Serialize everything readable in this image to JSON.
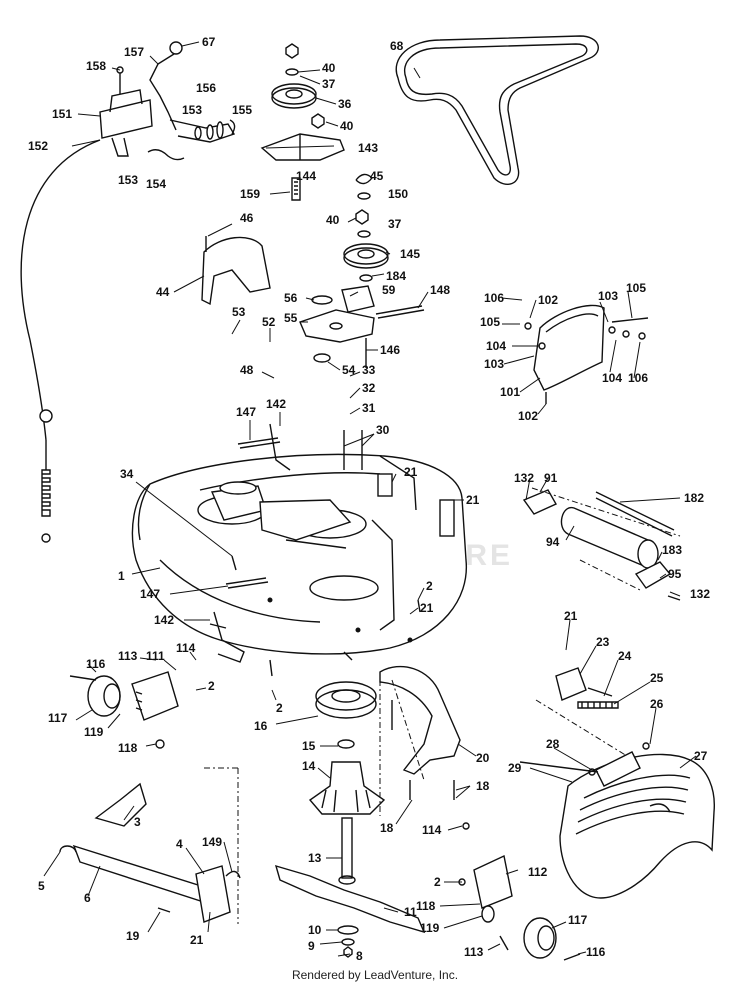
{
  "footer": {
    "credit": "Rendered by LeadVenture, Inc."
  },
  "watermark": {
    "text": "LEADVENTURE"
  },
  "callouts": [
    {
      "id": "c67",
      "text": "67"
    },
    {
      "id": "c157",
      "text": "157"
    },
    {
      "id": "c158",
      "text": "158"
    },
    {
      "id": "c151",
      "text": "151"
    },
    {
      "id": "c156",
      "text": "156"
    },
    {
      "id": "c153a",
      "text": "153"
    },
    {
      "id": "c155",
      "text": "155"
    },
    {
      "id": "c152",
      "text": "152"
    },
    {
      "id": "c153b",
      "text": "153"
    },
    {
      "id": "c154",
      "text": "154"
    },
    {
      "id": "c40a",
      "text": "40"
    },
    {
      "id": "c37a",
      "text": "37"
    },
    {
      "id": "c36",
      "text": "36"
    },
    {
      "id": "c40b",
      "text": "40"
    },
    {
      "id": "c143",
      "text": "143"
    },
    {
      "id": "c144",
      "text": "144"
    },
    {
      "id": "c159",
      "text": "159"
    },
    {
      "id": "c45",
      "text": "45"
    },
    {
      "id": "c150",
      "text": "150"
    },
    {
      "id": "c40c",
      "text": "40"
    },
    {
      "id": "c37b",
      "text": "37"
    },
    {
      "id": "c145",
      "text": "145"
    },
    {
      "id": "c184",
      "text": "184"
    },
    {
      "id": "c68",
      "text": "68"
    },
    {
      "id": "c46",
      "text": "46"
    },
    {
      "id": "c44",
      "text": "44"
    },
    {
      "id": "c56",
      "text": "56"
    },
    {
      "id": "c59",
      "text": "59"
    },
    {
      "id": "c148",
      "text": "148"
    },
    {
      "id": "c53",
      "text": "53"
    },
    {
      "id": "c52",
      "text": "52"
    },
    {
      "id": "c55",
      "text": "55"
    },
    {
      "id": "c146",
      "text": "146"
    },
    {
      "id": "c48",
      "text": "48"
    },
    {
      "id": "c54",
      "text": "54"
    },
    {
      "id": "c33",
      "text": "33"
    },
    {
      "id": "c32",
      "text": "32"
    },
    {
      "id": "c31",
      "text": "31"
    },
    {
      "id": "c147a",
      "text": "147"
    },
    {
      "id": "c142a",
      "text": "142"
    },
    {
      "id": "c30",
      "text": "30"
    },
    {
      "id": "c106a",
      "text": "106"
    },
    {
      "id": "c102a",
      "text": "102"
    },
    {
      "id": "c103a",
      "text": "103"
    },
    {
      "id": "c105a",
      "text": "105"
    },
    {
      "id": "c105b",
      "text": "105"
    },
    {
      "id": "c104a",
      "text": "104"
    },
    {
      "id": "c103b",
      "text": "103"
    },
    {
      "id": "c101",
      "text": "101"
    },
    {
      "id": "c104b",
      "text": "104"
    },
    {
      "id": "c106b",
      "text": "106"
    },
    {
      "id": "c102b",
      "text": "102"
    },
    {
      "id": "c34",
      "text": "34"
    },
    {
      "id": "c21a",
      "text": "21"
    },
    {
      "id": "c21b",
      "text": "21"
    },
    {
      "id": "c132a",
      "text": "132"
    },
    {
      "id": "c91",
      "text": "91"
    },
    {
      "id": "c182",
      "text": "182"
    },
    {
      "id": "c94",
      "text": "94"
    },
    {
      "id": "c183",
      "text": "183"
    },
    {
      "id": "c95",
      "text": "95"
    },
    {
      "id": "c132b",
      "text": "132"
    },
    {
      "id": "c1",
      "text": "1"
    },
    {
      "id": "c147b",
      "text": "147"
    },
    {
      "id": "c2a",
      "text": "2"
    },
    {
      "id": "c21c",
      "text": "21"
    },
    {
      "id": "c142b",
      "text": "142"
    },
    {
      "id": "c114a",
      "text": "114"
    },
    {
      "id": "c116a",
      "text": "116"
    },
    {
      "id": "c113a",
      "text": "113"
    },
    {
      "id": "c111",
      "text": "111"
    },
    {
      "id": "c2b",
      "text": "2"
    },
    {
      "id": "c117a",
      "text": "117"
    },
    {
      "id": "c119a",
      "text": "119"
    },
    {
      "id": "c118a",
      "text": "118"
    },
    {
      "id": "c2c",
      "text": "2"
    },
    {
      "id": "c16",
      "text": "16"
    },
    {
      "id": "c21d",
      "text": "21"
    },
    {
      "id": "c23",
      "text": "23"
    },
    {
      "id": "c24",
      "text": "24"
    },
    {
      "id": "c25",
      "text": "25"
    },
    {
      "id": "c26",
      "text": "26"
    },
    {
      "id": "c15",
      "text": "15"
    },
    {
      "id": "c20",
      "text": "20"
    },
    {
      "id": "c14",
      "text": "14"
    },
    {
      "id": "c28",
      "text": "28"
    },
    {
      "id": "c27",
      "text": "27"
    },
    {
      "id": "c29",
      "text": "29"
    },
    {
      "id": "c18a",
      "text": "18"
    },
    {
      "id": "c18b",
      "text": "18"
    },
    {
      "id": "c3",
      "text": "3"
    },
    {
      "id": "c114b",
      "text": "114"
    },
    {
      "id": "c4",
      "text": "4"
    },
    {
      "id": "c149",
      "text": "149"
    },
    {
      "id": "c5",
      "text": "5"
    },
    {
      "id": "c6",
      "text": "6"
    },
    {
      "id": "c13",
      "text": "13"
    },
    {
      "id": "c2d",
      "text": "2"
    },
    {
      "id": "c112",
      "text": "112"
    },
    {
      "id": "c118b",
      "text": "118"
    },
    {
      "id": "c11",
      "text": "11"
    },
    {
      "id": "c19",
      "text": "19"
    },
    {
      "id": "c21e",
      "text": "21"
    },
    {
      "id": "c10",
      "text": "10"
    },
    {
      "id": "c9",
      "text": "9"
    },
    {
      "id": "c119b",
      "text": "119"
    },
    {
      "id": "c117b",
      "text": "117"
    },
    {
      "id": "c113b",
      "text": "113"
    },
    {
      "id": "c8",
      "text": "8"
    },
    {
      "id": "c116b",
      "text": "116"
    }
  ]
}
